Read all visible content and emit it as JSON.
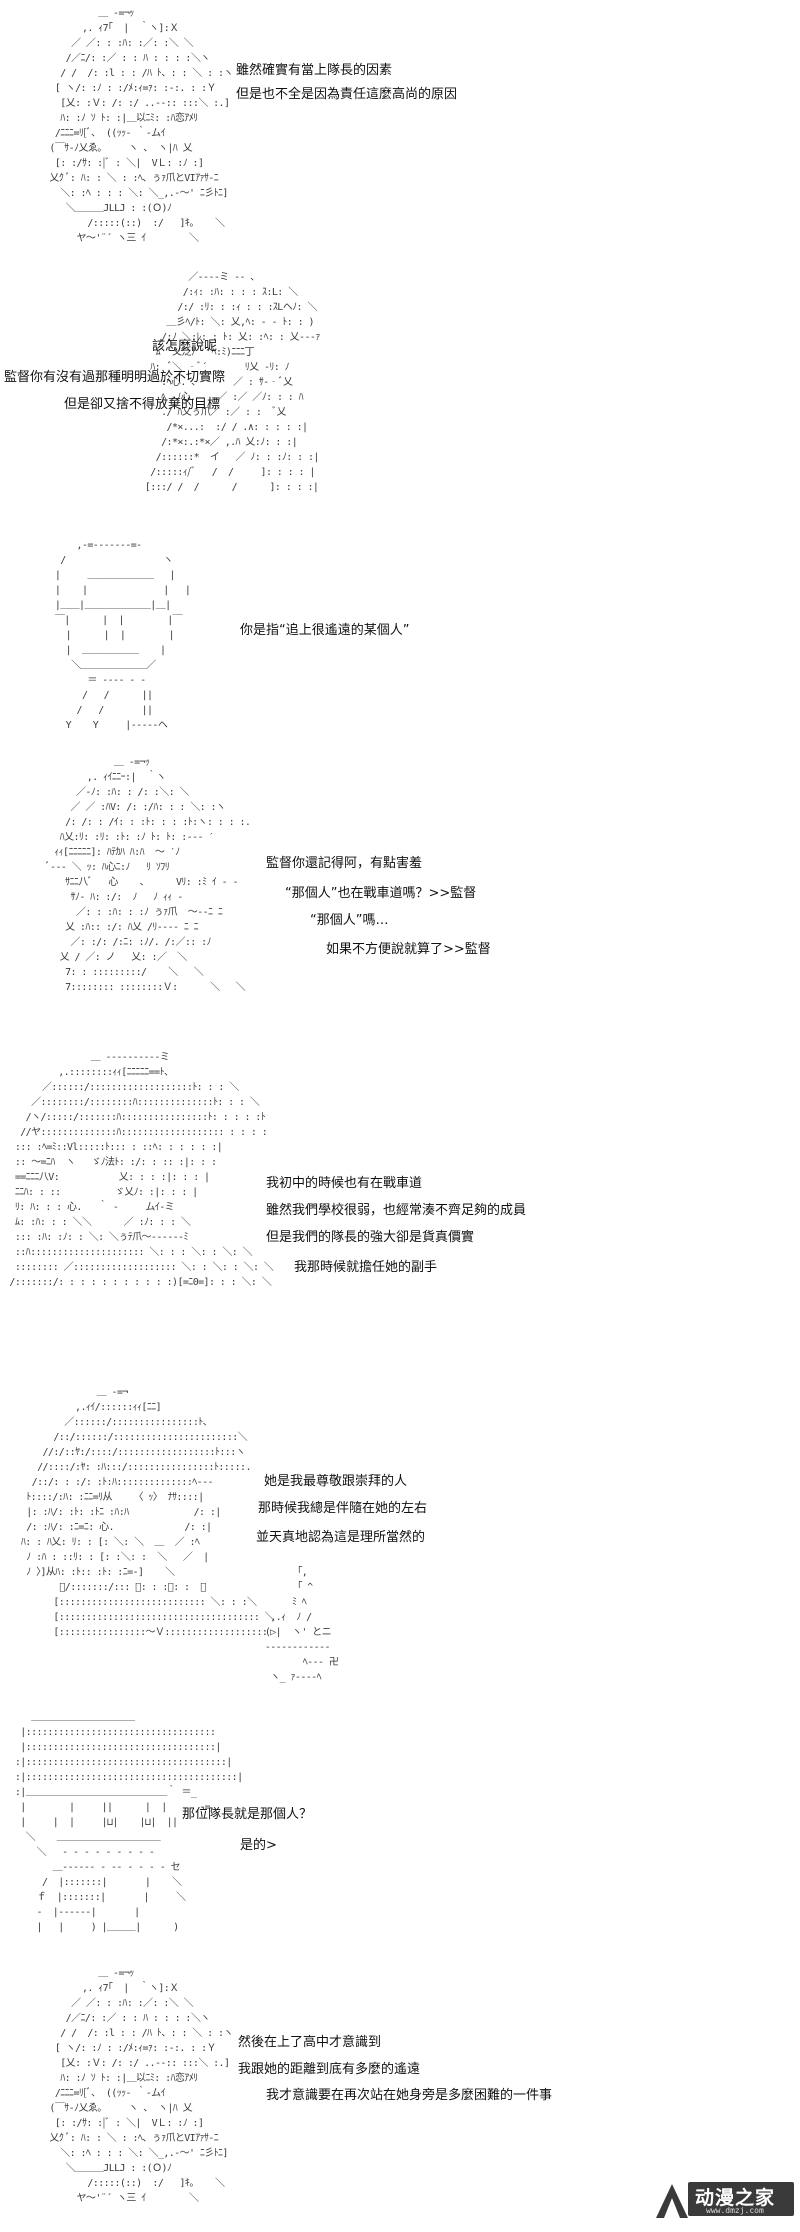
{
  "panels": [
    {
      "lines": [
        "雖然確實有當上隊長的因素",
        "但是也不全是因為責任這麼高尚的原因"
      ]
    },
    {
      "lines": [
        "該怎麼說呢",
        "監督你有沒有過那種明明過於不切實際",
        "但是卻又捨不得放棄的目標"
      ]
    },
    {
      "lines": [
        "你是指“追上很遙遠的某個人”"
      ]
    },
    {
      "lines": [
        "監督你還記得阿，有點害羞",
        "“那個人”也在戰車道嗎？>>監督",
        "“那個人”嗎…",
        "如果不方便說就算了>>監督"
      ]
    },
    {
      "lines": [
        "我初中的時候也有在戰車道",
        "雖然我們學校很弱，也經常湊不齊足夠的成員",
        "但是我們的隊長的強大卻是貨真價實",
        "我那時候就擔任她的副手"
      ]
    },
    {
      "lines": [
        "她是我最尊敬跟崇拜的人",
        "那時候我總是伴隨在她的左右",
        "並天真地認為這是理所當然的"
      ]
    },
    {
      "lines": [
        "那位隊長就是那個人？",
        "是的>"
      ]
    },
    {
      "lines": [
        "然後在上了高中才意識到",
        "我跟她的距離到底有多麼的遙遠",
        "我才意識要在再次站在她身旁是多麼困難的一件事"
      ]
    }
  ],
  "watermark": {
    "title": "动漫之家",
    "url": "www.dmzj.com"
  }
}
